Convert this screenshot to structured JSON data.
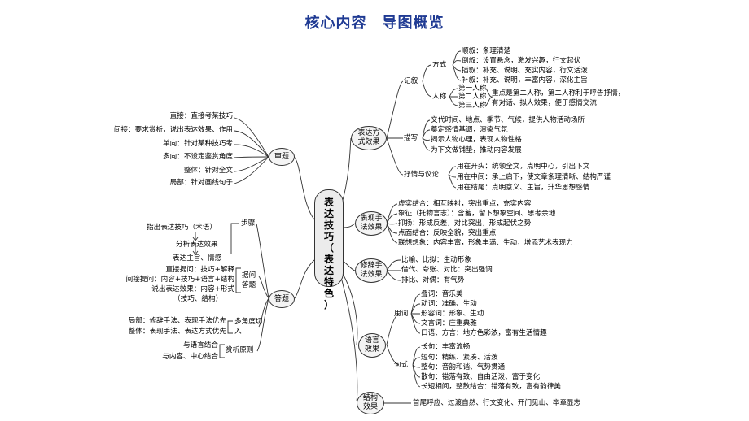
{
  "title": "核心内容　导图概览",
  "center": [
    "表",
    "达",
    "技",
    "巧",
    "（",
    "表",
    "达",
    "特",
    "色",
    "）"
  ],
  "left": {
    "shenti": {
      "label": "审题",
      "items": [
        "直接：直接考某技巧",
        "间接：要求赏析，说出表达效果、作用",
        "单向：针对某种技巧考",
        "多向：不设定鉴赏角度",
        "整体：针对全文",
        "局部：针对画线句子"
      ]
    },
    "dati": {
      "label": "答题",
      "buzhou": {
        "label": "步骤",
        "items": [
          "指出表达技巧（术语）",
          "分析表达效果",
          "表达主旨、情感"
        ]
      },
      "tiwen": {
        "label": "据问答题",
        "items": [
          "直接提问：技巧+解释",
          "间接提问：内容+技巧+语言+结构",
          "说出表达效果：内容+形式",
          "（技巧、结构）"
        ]
      },
      "jiaodu": {
        "label": "多角度切入",
        "items": [
          "局部：修辞手法、表现手法优先",
          "整体：表现手法、表达方式优先"
        ]
      },
      "shangxi": {
        "label": "赏析原则",
        "items": [
          "与语言结合",
          "与内容、中心结合"
        ]
      }
    }
  },
  "right": {
    "biaoda": {
      "label": "表达方式效果",
      "jixu": {
        "label": "记叙",
        "fangshi": {
          "label": "方式",
          "items": [
            "顺叙：条理清楚",
            "倒叙：设置悬念，激发兴趣，行文起伏",
            "插叙：补充、说明、充实内容，行文活泼",
            "补叙：补充、说明，丰富内容，深化主旨"
          ]
        },
        "rencheng": {
          "label": "人称",
          "persons": [
            "第一人称",
            "第二人称",
            "第三人称"
          ],
          "effects": [
            "重点是第二人称，第二人称利于呼告抒情，",
            "有对话、拟人效果，便于感情交流"
          ]
        }
      },
      "miaoxie": {
        "label": "描写",
        "items": [
          "交代时间、地点、季节、气候，提供人物活动场所",
          "奠定感情基调，渲染气氛",
          "揭示人物心理，表现人物性格",
          "为下文做铺垫，推动内容发展"
        ]
      },
      "shuqing": {
        "label": "抒情与议论",
        "items": [
          "用在开头：统领全文，点明中心，引出下文",
          "用在中间：承上启下，使文章条理清晰、结构严谨",
          "用在结尾：点明意义、主旨，升华思想感情"
        ]
      }
    },
    "biaoxian": {
      "label": "表现手法效果",
      "items": [
        "虚实结合：相互映衬，突出重点，充实内容",
        "象征（托物言志）：含蓄，留下想象空间、思考余地",
        "抑扬：形成反差，对比突出，形成起伏之势",
        "点面结合：反映全貌，突出重点",
        "联想想象：内容丰富，形象丰满、生动，增添艺术表现力"
      ]
    },
    "xiuci": {
      "label": "修辞手法效果",
      "items": [
        "比喻、比拟：生动形象",
        "借代、夸张、对比：突出强调",
        "排比、对偶：有气势"
      ]
    },
    "yuyan": {
      "label": "语言效果",
      "yongci": {
        "label": "用词",
        "items": [
          "叠词：音乐美",
          "动词：准确、生动",
          "形容词：形象、生动",
          "文言词：庄重典雅",
          "口语、方言：地方色彩浓，富有生活情趣"
        ]
      },
      "jushi": {
        "label": "句式",
        "items": [
          "长句：丰富流畅",
          "短句：精练、紧凑、活泼",
          "整句：音韵和谐、气势贯通",
          "散句：错落有致、自由活泼、富于变化",
          "长短相间，整散结合：错落有致，富有韵律美"
        ]
      }
    },
    "jiegou": {
      "label": "结构效果",
      "items": [
        "首尾呼应、过渡自然、行文变化、开门见山、卒章显志"
      ]
    }
  }
}
